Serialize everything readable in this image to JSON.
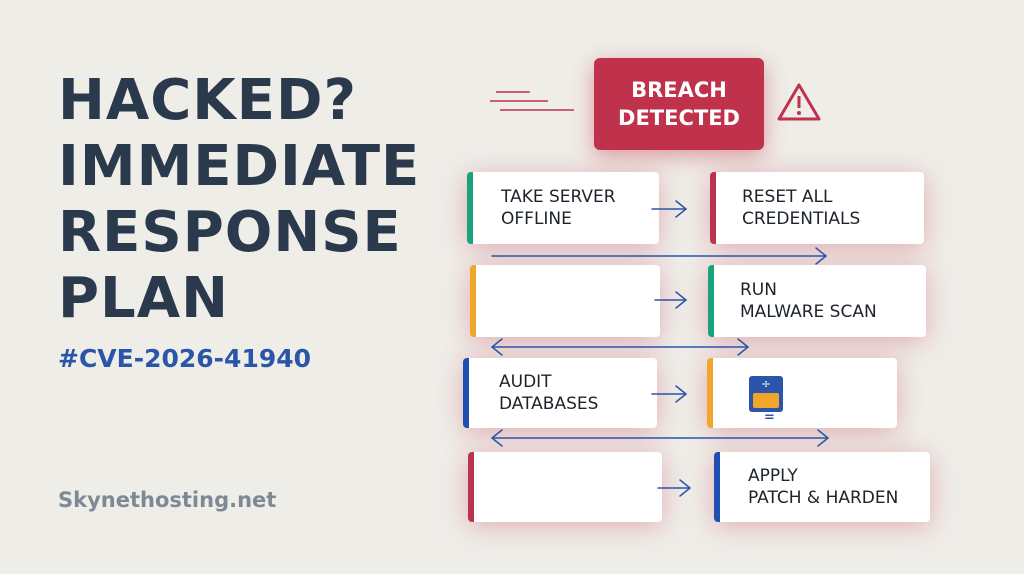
{
  "headline": {
    "line1": "HACKED?",
    "line2": "IMMEDIATE",
    "line3": "RESPONSE",
    "line4": "PLAN"
  },
  "hashtag": "#CVE-2026-41940",
  "site": "Skynethosting.net",
  "breach": {
    "line1": "BREACH",
    "line2": "DETECTED"
  },
  "cards": {
    "take_server_offline": {
      "line1": "TAKE SERVER",
      "line2": "OFFLINE"
    },
    "reset_credentials": {
      "line1": "RESET ALL",
      "line2": "CREDENTIALS"
    },
    "run_malware_scan": {
      "line1": "RUN",
      "line2": "MALWARE SCAN"
    },
    "audit_databases": {
      "line1": "AUDIT",
      "line2": "DATABASES"
    },
    "apply_patch": {
      "line1": "APPLY",
      "line2": "PATCH & HARDEN"
    }
  },
  "colors": {
    "headline": "#2a3a4c",
    "hashtag": "#2a55a8",
    "breach": "#c0324c",
    "green": "#1aa37a",
    "orange": "#f0a62a",
    "blue": "#1f4fb0",
    "crimson": "#b8344f"
  },
  "icons": [
    "warning-triangle-icon",
    "calculator-icon",
    "arrow-right-icon",
    "double-arrow-icon"
  ]
}
